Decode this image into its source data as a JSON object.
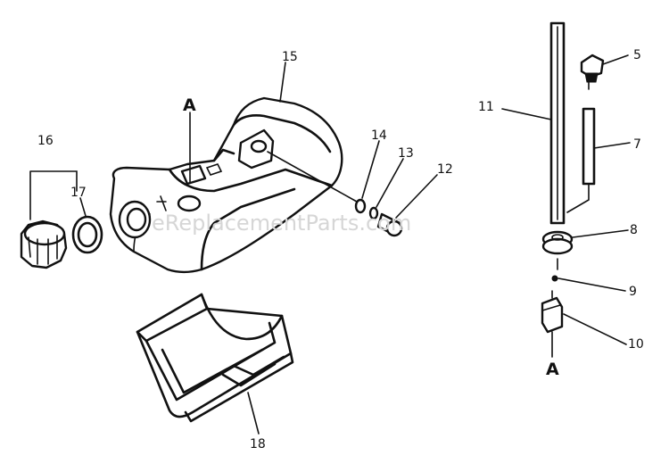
{
  "watermark": "eReplacementParts.com",
  "parts": {
    "p5": "5",
    "p7": "7",
    "p8": "8",
    "p9": "9",
    "p10": "10",
    "p11": "11",
    "p12": "12",
    "p13": "13",
    "p14": "14",
    "p15": "15",
    "p16": "16",
    "p17": "17",
    "p18": "18"
  },
  "connector": {
    "top": "A",
    "bottom": "A"
  }
}
